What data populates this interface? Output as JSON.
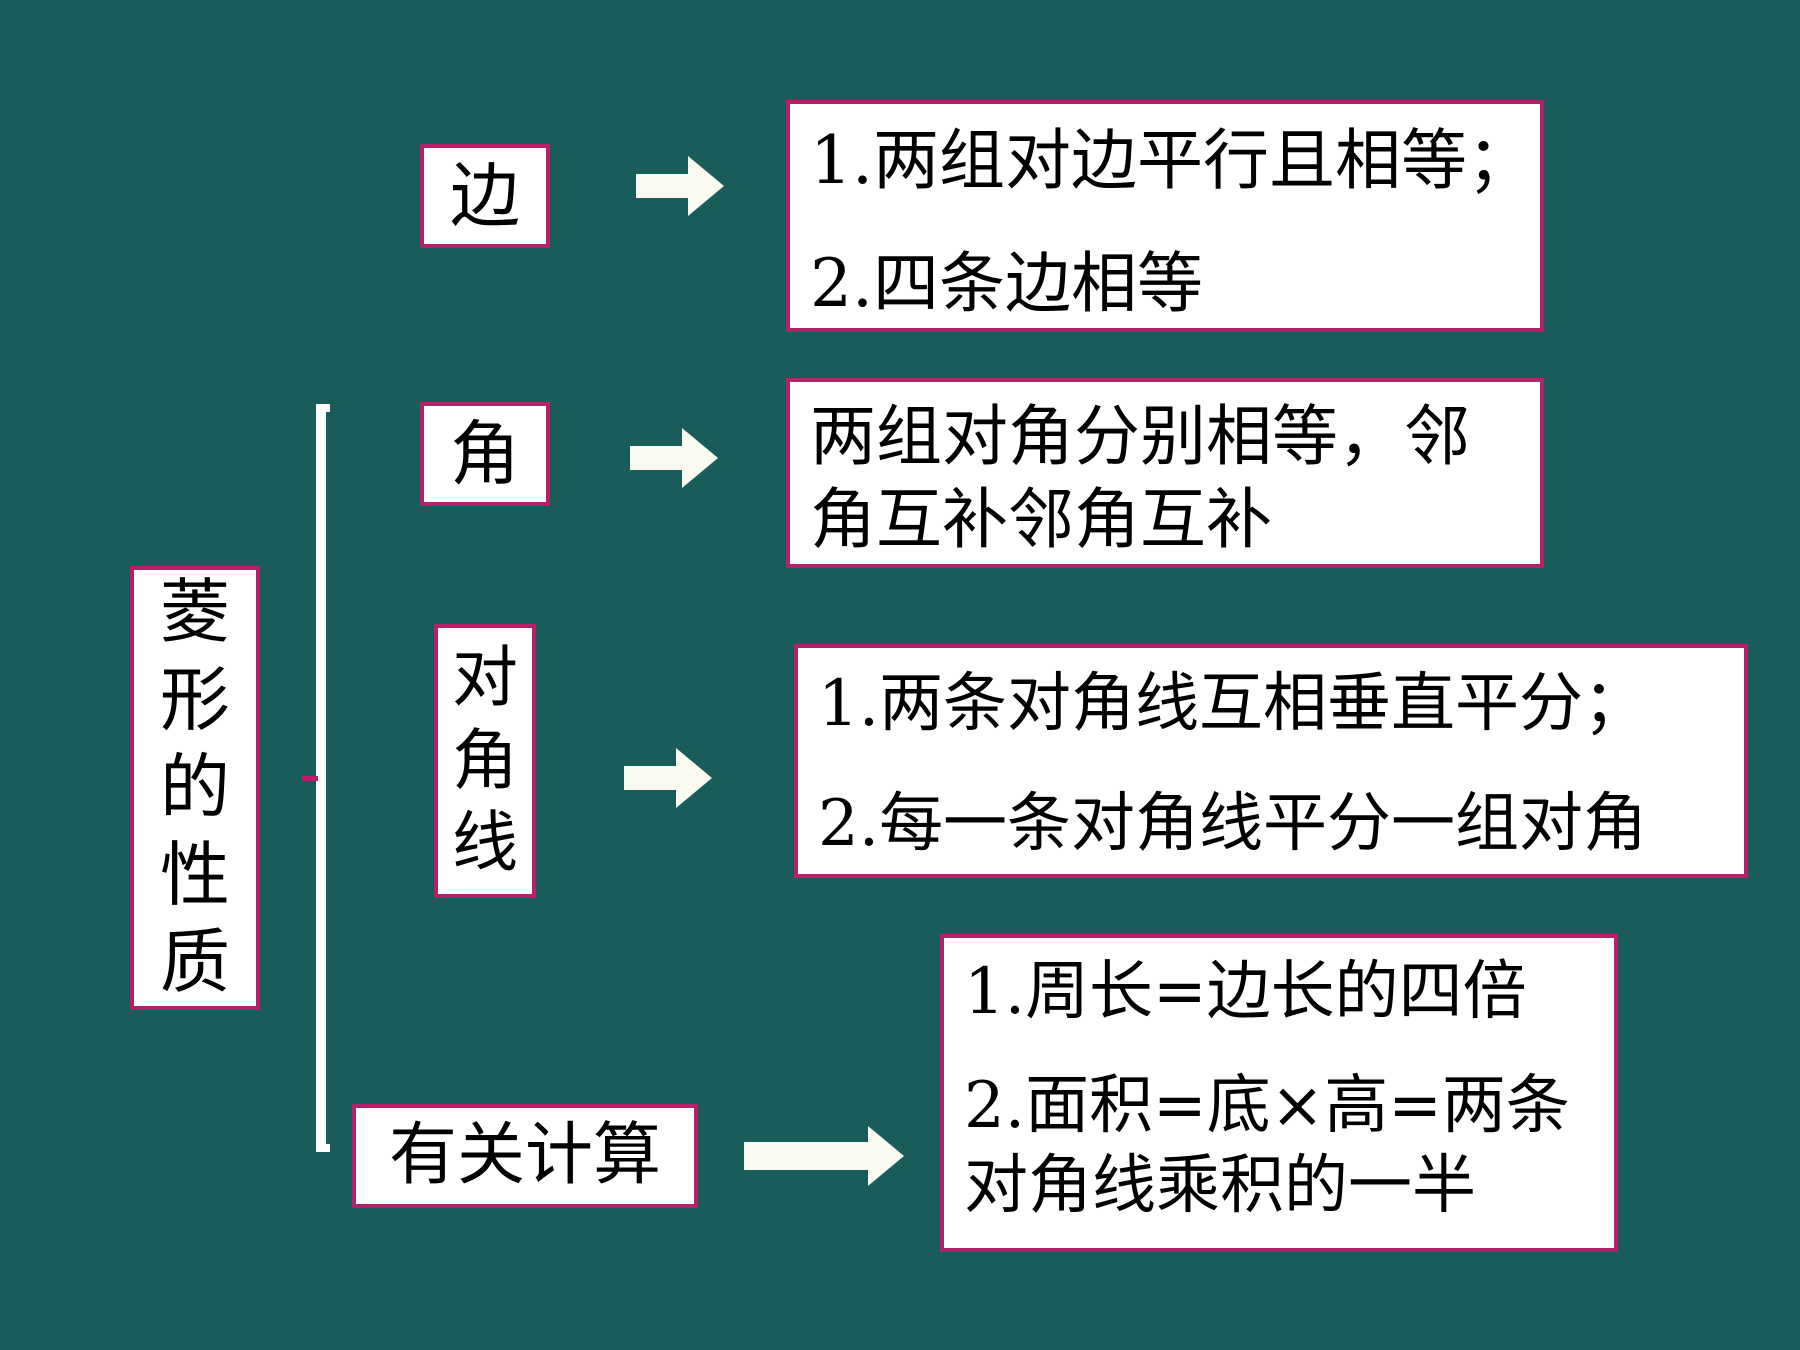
{
  "root": {
    "chars": [
      "菱",
      "形",
      "的",
      "性",
      "质"
    ]
  },
  "categories": {
    "side": "边",
    "angle": "角",
    "diagonal_chars": [
      "对",
      "角",
      "线"
    ],
    "calc": "有关计算"
  },
  "details": {
    "side": {
      "line1_num": "1.",
      "line1_text": "两组对边平行且相等；",
      "line2_num": "2.",
      "line2_text": "四条边相等"
    },
    "angle": {
      "line1": "两组对角分别相等，邻",
      "line2": "角互补邻角互补"
    },
    "diagonal": {
      "line1_num": "1.",
      "line1_text": "两条对角线互相垂直平分；",
      "line2_num": "2.",
      "line2_text": "每一条对角线平分一组对角"
    },
    "calc": {
      "line1_num": "1.",
      "line1_text": "周长=边长的四倍",
      "line2_num": "2.",
      "line2_text": "面积=底×高=两条",
      "line3": "对角线乘积的一半"
    }
  },
  "colors": {
    "background": "#1a5c5a",
    "box_border": "#b5226a",
    "box_fill": "#ffffff",
    "arrow_fill": "#fafaf0"
  }
}
